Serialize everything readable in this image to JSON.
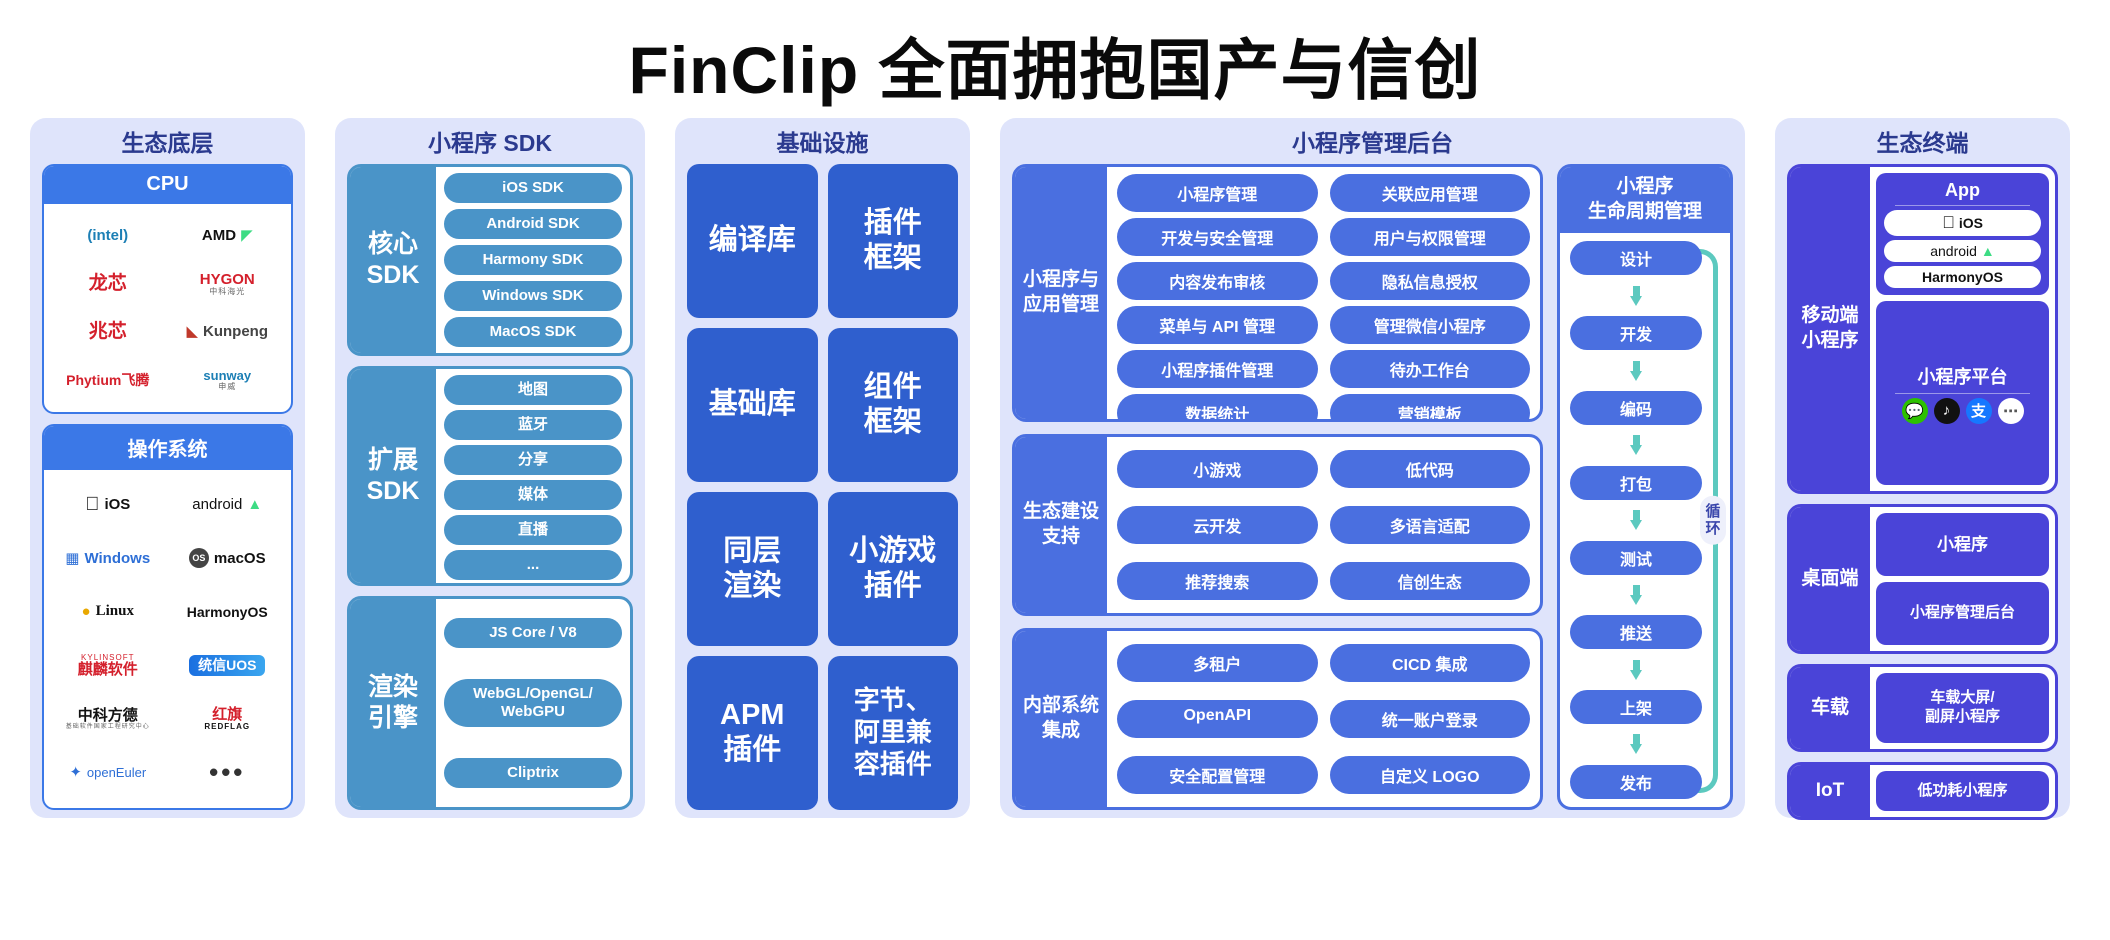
{
  "title": "FinClip 全面拥抱国产与信创",
  "columns": {
    "foundation": {
      "header": "生态底层",
      "cpu": {
        "title": "CPU",
        "logos": [
          {
            "name": "intel",
            "text": "(intel)",
            "style": "lg-teal"
          },
          {
            "name": "amd",
            "text": "AMD",
            "style": "lg-dark"
          },
          {
            "name": "loongson",
            "text": "龙芯",
            "style": "lg-red"
          },
          {
            "name": "hygon",
            "text": "HYGON",
            "sub": "中科海光",
            "style": "lg-red"
          },
          {
            "name": "zhaoxin",
            "text": "兆芯",
            "style": "lg-red"
          },
          {
            "name": "kunpeng",
            "text": "Kunpeng",
            "style": "lg-gray"
          },
          {
            "name": "phytium",
            "text": "Phytium飞腾",
            "style": "lg-red"
          },
          {
            "name": "sunway",
            "text": "sunway",
            "sub": "申威",
            "style": "lg-teal"
          }
        ]
      },
      "os": {
        "title": "操作系统",
        "logos": [
          {
            "name": "ios",
            "text": "iOS",
            "style": "lg-dark"
          },
          {
            "name": "android",
            "text": "android",
            "style": "lg-dark"
          },
          {
            "name": "windows",
            "text": "Windows",
            "style": "lg-blue"
          },
          {
            "name": "macos",
            "text": "macOS",
            "style": "lg-dark"
          },
          {
            "name": "linux",
            "text": "Linux",
            "style": "lg-dark"
          },
          {
            "name": "harmonyos",
            "text": "HarmonyOS",
            "style": "lg-dark"
          },
          {
            "name": "kylinsoft",
            "text": "麒麟软件",
            "sub": "KYLINSOFT",
            "style": "lg-red"
          },
          {
            "name": "uos",
            "text": "统信UOS",
            "style": "chip"
          },
          {
            "name": "zhongkefangde",
            "text": "中科方德",
            "sub": "基础软件国家工程研究中心",
            "style": "lg-dark"
          },
          {
            "name": "redflag",
            "text": "红旗",
            "sub": "REDFLAG",
            "style": "lg-red"
          },
          {
            "name": "openeuler",
            "text": "openEuler",
            "style": "lg-blue"
          },
          {
            "name": "more",
            "text": "•••",
            "style": "dots"
          }
        ]
      }
    },
    "sdk": {
      "header": "小程序 SDK",
      "blocks": [
        {
          "label": "核心\nSDK",
          "label_lines": [
            "核心",
            "SDK"
          ],
          "items": [
            "iOS SDK",
            "Android SDK",
            "Harmony SDK",
            "Windows SDK",
            "MacOS SDK"
          ]
        },
        {
          "label_lines": [
            "扩展",
            "SDK"
          ],
          "items": [
            "地图",
            "蓝牙",
            "分享",
            "媒体",
            "直播",
            "..."
          ]
        },
        {
          "label_lines": [
            "渲染",
            "引擎"
          ],
          "items": [
            "JS Core / V8",
            "WebGL/OpenGL/\nWebGPU",
            "Cliptrix"
          ]
        }
      ]
    },
    "infra": {
      "header": "基础设施",
      "cells": [
        "编译库",
        "插件\n框架",
        "基础库",
        "组件\n框架",
        "同层\n渲染",
        "小游戏\n插件",
        "APM\n插件",
        "字节、\n阿里兼\n容插件"
      ]
    },
    "backend": {
      "header": "小程序管理后台",
      "groups": [
        {
          "label_lines": [
            "小程序与",
            "应用管理"
          ],
          "items": [
            "小程序管理",
            "关联应用管理",
            "开发与安全管理",
            "用户与权限管理",
            "内容发布审核",
            "隐私信息授权",
            "菜单与 API 管理",
            "管理微信小程序",
            "小程序插件管理",
            "待办工作台",
            "数据统计",
            "营销模板"
          ]
        },
        {
          "label_lines": [
            "生态建设",
            "支持"
          ],
          "items": [
            "小游戏",
            "低代码",
            "云开发",
            "多语言适配",
            "推荐搜索",
            "信创生态"
          ]
        },
        {
          "label_lines": [
            "内部系统",
            "集成"
          ],
          "items": [
            "多租户",
            "CICD 集成",
            "OpenAPI",
            "统一账户登录",
            "安全配置管理",
            "自定义 LOGO"
          ]
        }
      ],
      "lifecycle": {
        "title_lines": [
          "小程序",
          "生命周期管理"
        ],
        "stages": [
          "设计",
          "开发",
          "编码",
          "打包",
          "测试",
          "推送",
          "上架",
          "发布"
        ],
        "cycle_label": "循环"
      }
    },
    "terminal": {
      "header": "生态终端",
      "blocks": [
        {
          "label_lines": [
            "移动端",
            "小程序"
          ],
          "cards": [
            {
              "title": "App",
              "pills": [
                "iOS",
                "android",
                "HarmonyOS"
              ]
            },
            {
              "title": "小程序平台",
              "icons": [
                "wechat-icon",
                "douyin-icon",
                "alipay-icon",
                "more-icon"
              ]
            }
          ]
        },
        {
          "label_lines": [
            "桌面端"
          ],
          "simple": [
            "小程序",
            "小程序管理后台"
          ]
        },
        {
          "label_lines": [
            "车载"
          ],
          "simple": [
            "车载大屏/\n副屏小程序"
          ]
        },
        {
          "label_lines": [
            "IoT"
          ],
          "simple": [
            "低功耗小程序"
          ]
        }
      ]
    }
  },
  "colors": {
    "panel_bg": "#dfe4fb",
    "foundation_blue": "#3b78e7",
    "sdk_blue": "#4a94c8",
    "infra_blue": "#2f5fce",
    "backend_blue": "#4a6fe0",
    "terminal_blue": "#4a44d8",
    "arrow_teal": "#5cc9bf",
    "header_text": "#2b3a8f"
  }
}
